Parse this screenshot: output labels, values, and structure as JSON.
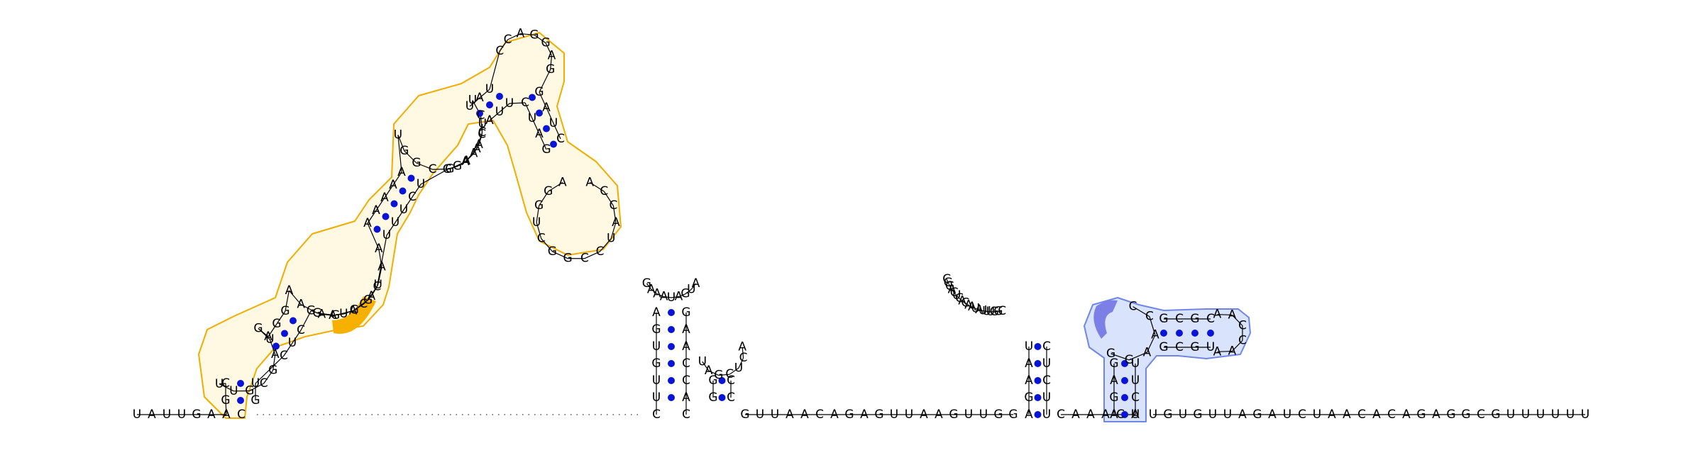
{
  "title": "",
  "colors": {
    "pair_dot": "#0a14d8",
    "highlight_orange_stroke": "#f0ad00",
    "highlight_orange_fill": "#fff8e2",
    "highlight_orange_strong": "#f6b100",
    "highlight_blue_stroke": "#6f86e8",
    "highlight_blue_fill": "#d9e3fb",
    "highlight_blue_strong": "#7b7fe6",
    "background": "#ffffff"
  },
  "sequence": {
    "prefix": "UAUUGAA",
    "suffix": "UGUGUUAGAUCUAACACAGAGGCGUUUUUU",
    "linker_run_1": "GUUAACAGAGUUAAGUUGG",
    "linker_run_2": "CAAACA"
  },
  "domains": {
    "orange_domain": {
      "stem1_5p": "GC",
      "stem1_3p": "GU",
      "hairpin_a_loop": "UUGCGAUG",
      "stem2_5p": "AGG",
      "stem2_3p": "CUC",
      "internal_loop_5p": "AAGGAGUAA",
      "internal_loop_3p": "CACGUAAG",
      "stem3_5p": "AAAAA",
      "stem3_3p": "UUUCU",
      "internal_loop2_5p": "UGGCGAACCU",
      "internal_loop2_3p": "UCAAAGG",
      "stem4_5p": "UAU",
      "stem4_3p": "AUU",
      "hairpin_b_loop": "CCAGGAG",
      "stem5_5p": "GAUC",
      "stem5_3p": "CUAG",
      "hairpin_c_loop": "ACCAUCCGGCUGGA",
      "strong_segment": "CGU"
    },
    "hairpin_2": {
      "stem_5p": "CUUGUGA",
      "loop": "GAAAUAGUA",
      "stem_3p": "CACCAAG"
    },
    "hairpin_3": {
      "stem_5p": "GG",
      "loop": "UAGCUCA",
      "stem_3p": "CC"
    },
    "hairpin_4": {
      "stem_5p": "AGAAU",
      "loop": "CGGUUUAUAACACUCAGGC",
      "stem_3p": "UUCUC"
    },
    "blue_domain": {
      "stem_5p": "AGAG",
      "stem_3p": "UCUU",
      "junction": "GGAACC",
      "stem2_5p": "GCGC",
      "stem2_3p": "GCGU",
      "hairpin_loop": "AACCAA",
      "strong_segment": "AGG"
    }
  }
}
